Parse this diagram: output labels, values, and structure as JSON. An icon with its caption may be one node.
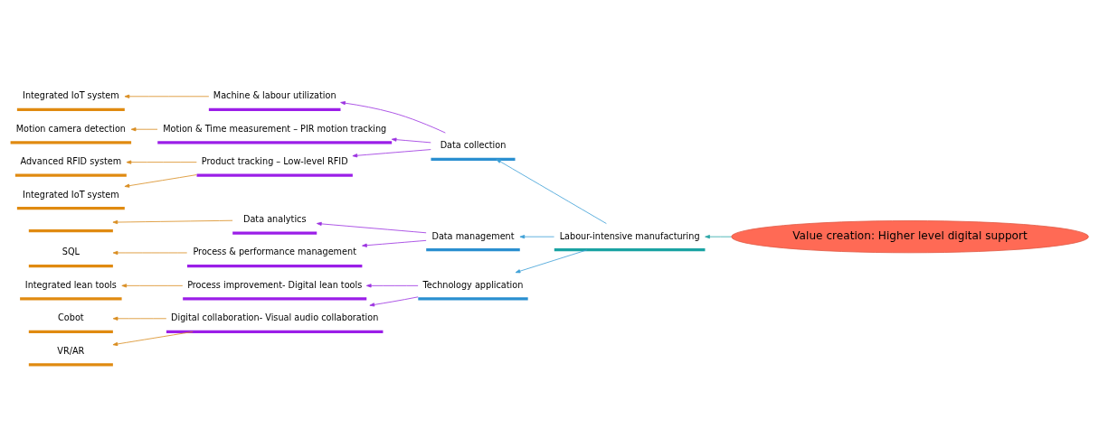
{
  "diagram": {
    "nodes": [
      {
        "text": [
          "Value creation: Higher level digital support"
        ]
      },
      {
        "text": [
          "Labour-intensive manufacturing"
        ]
      },
      {
        "text": [
          "Data collection"
        ]
      },
      {
        "text": [
          "Data management"
        ]
      },
      {
        "text": [
          "Technology application"
        ]
      },
      {
        "text": [
          "Machine & labour utilization"
        ]
      },
      {
        "text": [
          "Motion & Time measurement – PIR motion tracking"
        ]
      },
      {
        "text": [
          "Product tracking – Low-level RFID"
        ]
      },
      {
        "text": [
          "Data analytics"
        ]
      },
      {
        "text": [
          "Process & performance management"
        ]
      },
      {
        "text": [
          "Process improvement- Digital lean tools"
        ]
      },
      {
        "text": [
          "Digital collaboration- Visual audio collaboration"
        ]
      },
      {
        "text": [
          "Integrated IoT system"
        ]
      },
      {
        "text": [
          "Motion camera detection"
        ]
      },
      {
        "text": [
          "Advanced RFID system"
        ]
      },
      {
        "text": [
          "Integrated IoT system"
        ]
      },
      {
        "text": [],
        "shape": "bar"
      },
      {
        "text": [
          "SQL"
        ]
      },
      {
        "text": [
          "Integrated lean tools"
        ]
      },
      {
        "text": [
          "Cobot"
        ]
      },
      {
        "text": [
          "VR/AR"
        ]
      }
    ],
    "edges": [
      {
        "from": 0,
        "to": 1,
        "arrow": "to",
        "color": "#2aa6a6"
      },
      {
        "from": 1,
        "to": 2,
        "arrow": "to",
        "color": "#3b9fd6"
      },
      {
        "from": 1,
        "to": 3,
        "arrow": "to",
        "color": "#3b9fd6"
      },
      {
        "from": 1,
        "to": 4,
        "arrow": "to",
        "color": "#3b9fd6"
      },
      {
        "from": 2,
        "to": 5,
        "arrow": "to",
        "color": "#9b30e0"
      },
      {
        "from": 2,
        "to": 6,
        "arrow": "to",
        "color": "#9b30e0"
      },
      {
        "from": 2,
        "to": 7,
        "arrow": "to",
        "color": "#9b30e0"
      },
      {
        "from": 3,
        "to": 8,
        "arrow": "to",
        "color": "#9b30e0"
      },
      {
        "from": 3,
        "to": 9,
        "arrow": "to",
        "color": "#9b30e0"
      },
      {
        "from": 4,
        "to": 10,
        "arrow": "to",
        "color": "#9b30e0"
      },
      {
        "from": 4,
        "to": 11,
        "arrow": "to",
        "color": "#9b30e0"
      },
      {
        "from": 5,
        "to": 12,
        "arrow": "to"
      },
      {
        "from": 6,
        "to": 13,
        "arrow": "to"
      },
      {
        "from": 7,
        "to": 14,
        "arrow": "to"
      },
      {
        "from": 7,
        "to": 15,
        "arrow": "to"
      },
      {
        "from": 8,
        "to": 16,
        "arrow": "to"
      },
      {
        "from": 9,
        "to": 17,
        "arrow": "to"
      },
      {
        "from": 10,
        "to": 18,
        "arrow": "to"
      },
      {
        "from": 11,
        "to": 19,
        "arrow": "to"
      },
      {
        "from": 11,
        "to": 20,
        "arrow": "to"
      }
    ]
  }
}
